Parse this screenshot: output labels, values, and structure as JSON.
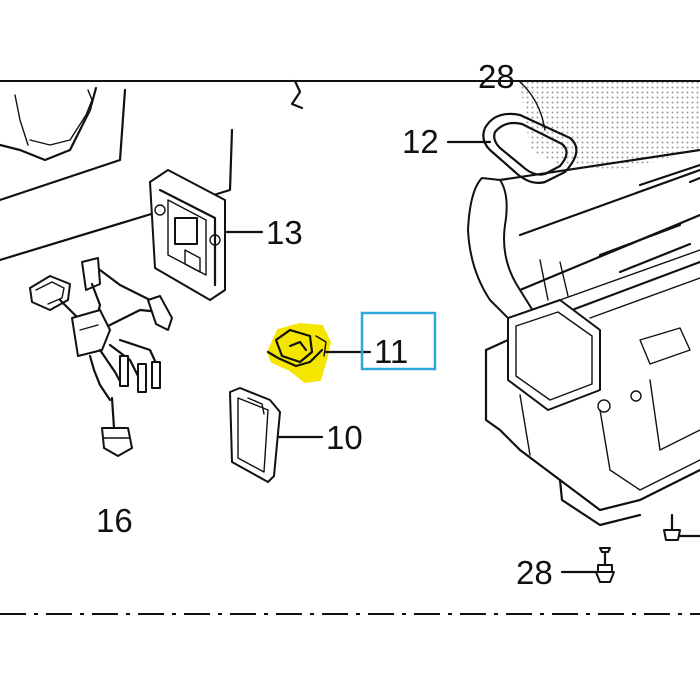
{
  "callouts": {
    "label_28_top": "28",
    "label_12": "12",
    "label_13": "13",
    "label_11": "11",
    "label_10": "10",
    "label_16": "16",
    "label_28_bottom": "28"
  },
  "colors": {
    "highlight_fill": "#f5e600",
    "highlight_box": "#2fa8d8",
    "line": "#111111",
    "mesh_dots": "#9a9a9a",
    "background": "#ffffff"
  }
}
